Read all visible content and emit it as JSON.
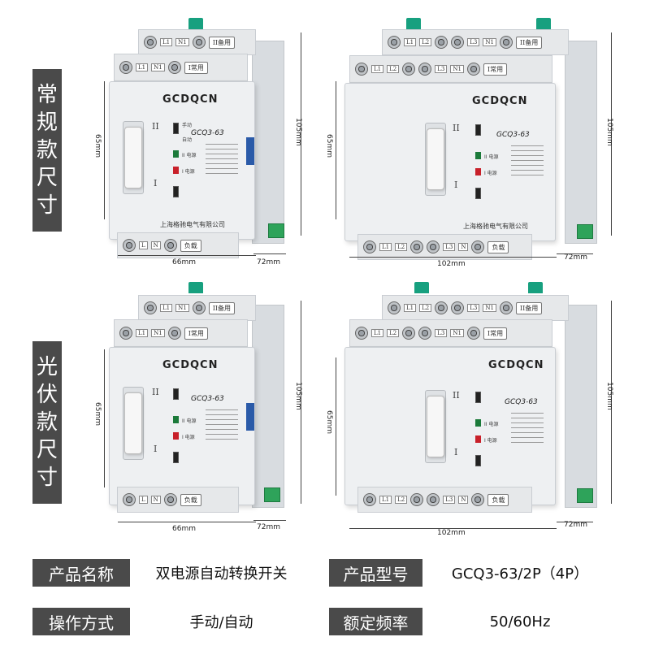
{
  "side_labels": {
    "regular": [
      "常",
      "规",
      "款",
      "尺",
      "寸"
    ],
    "solar": [
      "光",
      "伏",
      "款",
      "尺",
      "寸"
    ]
  },
  "product": {
    "brand": "GCDQCN",
    "model": "GCQ3-63",
    "company": "上海格驰电气有限公司",
    "roman_one": "I",
    "roman_two": "II",
    "source_one": "I 电源",
    "source_two": "II 电源",
    "manual": "手动",
    "auto": "自动",
    "load_label": "负载",
    "common_label": "I常用",
    "backup_label": "II备用",
    "terminals_2p": [
      "L1",
      "N1"
    ],
    "terminals_2p_bottom": [
      "L",
      "N"
    ],
    "terminals_4p_a": [
      "L1",
      "L2"
    ],
    "terminals_4p_b": [
      "L3",
      "N1"
    ],
    "terminals_4p_bottom_a": [
      "L1",
      "L2"
    ],
    "terminals_4p_bottom_b": [
      "L3",
      "N"
    ]
  },
  "dimensions": {
    "width_2p": "66mm",
    "width_4p": "102mm",
    "height": "105mm",
    "handle_height": "65mm",
    "depth": "72mm"
  },
  "info": {
    "name_label": "产品名称",
    "name_value": "双电源自动转换开关",
    "model_label": "产品型号",
    "model_value": "GCQ3-63/2P（4P）",
    "op_label": "操作方式",
    "op_value": "手动/自动",
    "freq_label": "额定频率",
    "freq_value": "50/60Hz"
  },
  "colors": {
    "label_bg": "#4a4a4a",
    "clip_green": "#17a07f",
    "indicator_red": "#c8202a",
    "indicator_green": "#1b7a3a"
  }
}
